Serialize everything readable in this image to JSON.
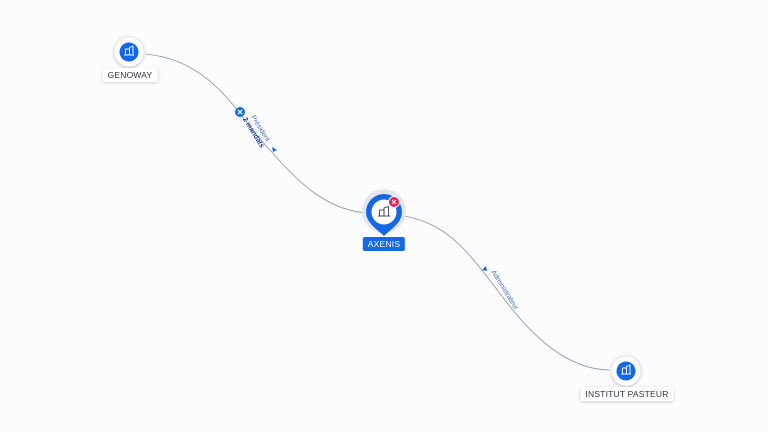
{
  "nodes": [
    {
      "id": "genoway",
      "label": "GENOWAY",
      "icon": "building-icon",
      "selected": false
    },
    {
      "id": "axenis",
      "label": "AXENIS",
      "icon": "building-icon",
      "selected": true
    },
    {
      "id": "institut-pasteur",
      "label": "INSTITUT PASTEUR",
      "icon": "building-icon",
      "selected": false
    }
  ],
  "edges": [
    {
      "from": "genoway",
      "to": "axenis",
      "role": "Président",
      "mandates": "2 mandats"
    },
    {
      "from": "axenis",
      "to": "institut-pasteur",
      "role": "Administrateur"
    }
  ],
  "colors": {
    "primary": "#1468e6",
    "remove_badge": "#e0245e",
    "edge_line": "#8a929c",
    "edge_text": "#4a6fc4"
  }
}
